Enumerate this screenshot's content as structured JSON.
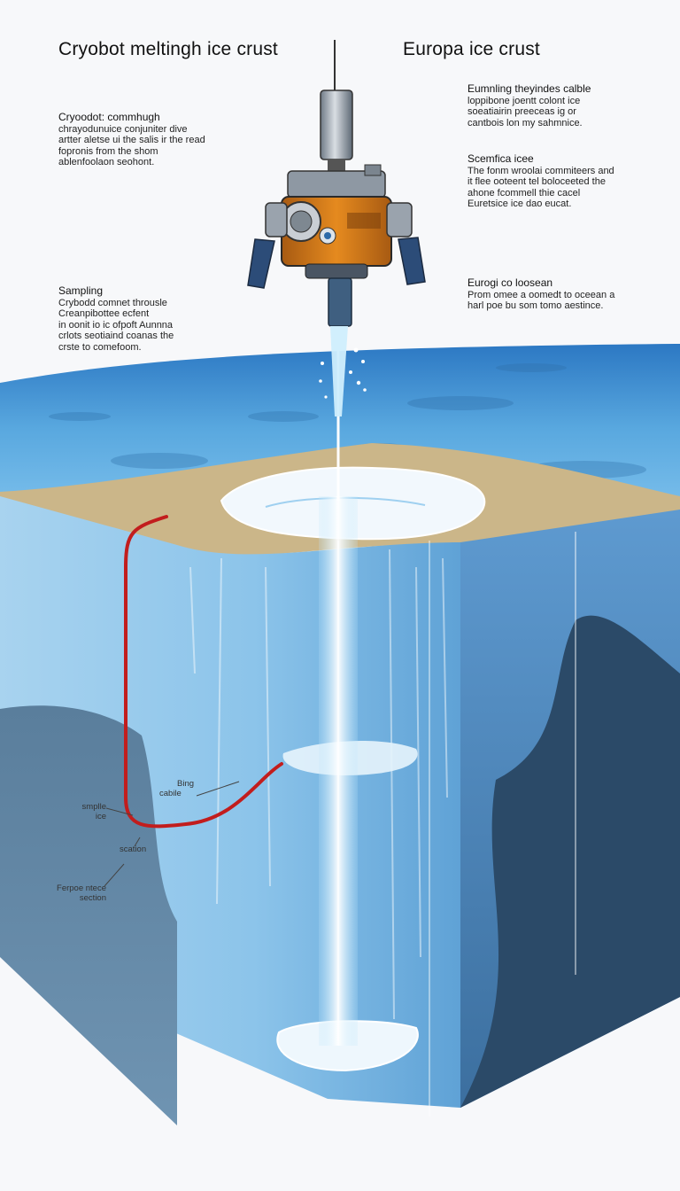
{
  "titles": {
    "left": "Cryobot meltingh ice  crust",
    "right": "Europa ice  crust"
  },
  "left_blocks": [
    {
      "heading": "Cryoodot: commhugh",
      "lines": [
        "chrayodunuice conjuniter dive",
        "artter aletse ui the salis ir the read",
        "fopronis from the shom",
        "ablenfoolaon seohont."
      ]
    },
    {
      "heading": "Sampling",
      "lines": [
        "Crybodd comnet throusle",
        "Creanpibottee ecfent",
        "in oonit io ic ofpoft Aunnna",
        "crlots seotiaind coanas the",
        "crste to comefoom."
      ]
    }
  ],
  "right_blocks": [
    {
      "heading": "Eumnling theyindes calble",
      "lines": [
        "loppibone joentt colont ice",
        "soeatiairin preeceas ig or",
        "cantbois lon my sahmnice."
      ]
    },
    {
      "heading": "Scemfica icee",
      "lines": [
        "The fonm wroolai commiteers and",
        "it flee ooteent tel boloceeted the",
        "ahone fcommell thie cacel",
        "Euretsice ice dao eucat."
      ]
    },
    {
      "heading": "Eurogi co loosean",
      "lines": [
        "Prom omee a oomedt to oceean a",
        "harl poe bu som tomo aestince."
      ]
    }
  ],
  "callouts": [
    {
      "id": "bing-cable",
      "lines": [
        "Bing",
        "cabile"
      ]
    },
    {
      "id": "sample-ice",
      "lines": [
        "smplle",
        "ice"
      ]
    },
    {
      "id": "section",
      "lines": [
        "scation"
      ]
    },
    {
      "id": "europa-section",
      "lines": [
        "Ferpoe ntece",
        "section"
      ]
    }
  ],
  "colors": {
    "surface_water": "#3d8fd0",
    "ice_block": "#8cc4ea",
    "deep_rock": "#2a4a66",
    "cable": "#c21d1d",
    "probe_body": "#d97a16",
    "regolith": "#c9b48a"
  }
}
